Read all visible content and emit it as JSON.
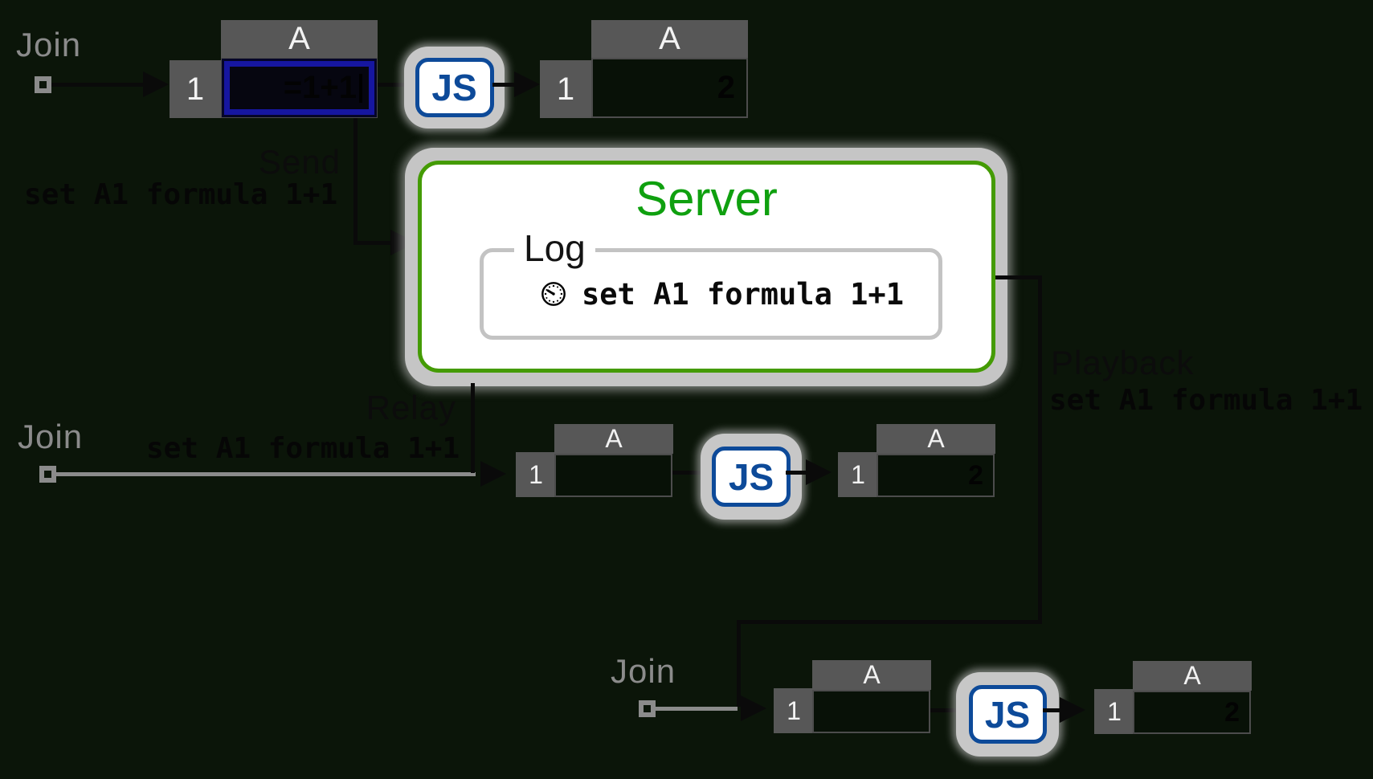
{
  "colors": {
    "background": "#0b1509",
    "server_border_green": "#449b04",
    "server_title_green": "#0fa00f",
    "js_navy": "#0d4a99",
    "selection_blue": "#1616a0",
    "sheet_header_gray": "#575757",
    "glow_gray": "#c7c7c7",
    "join_gray": "#8b8b8b",
    "faded_label_black": "#0c0c0c"
  },
  "labels": {
    "join_top": "Join",
    "join_middle": "Join",
    "join_bottom": "Join",
    "send": "Send",
    "send_command": "set A1 formula 1+1",
    "relay": "Relay",
    "relay_command": "set A1 formula 1+1",
    "playback": "Playback",
    "playback_command": "set A1 formula 1+1",
    "js": "JS"
  },
  "server": {
    "title": "Server",
    "log": {
      "legend": "Log",
      "entry_icon": "clock-icon",
      "entry_text": "set A1 formula 1+1"
    }
  },
  "sheets": {
    "top_left": {
      "col_header": "A",
      "row_header": "1",
      "cell_value": "=1+1"
    },
    "top_right": {
      "col_header": "A",
      "row_header": "1",
      "cell_value": "2"
    },
    "mid_left": {
      "col_header": "A",
      "row_header": "1",
      "cell_value": ""
    },
    "mid_right": {
      "col_header": "A",
      "row_header": "1",
      "cell_value": "2"
    },
    "bottom_left": {
      "col_header": "A",
      "row_header": "1",
      "cell_value": ""
    },
    "bottom_right": {
      "col_header": "A",
      "row_header": "1",
      "cell_value": "2"
    }
  }
}
